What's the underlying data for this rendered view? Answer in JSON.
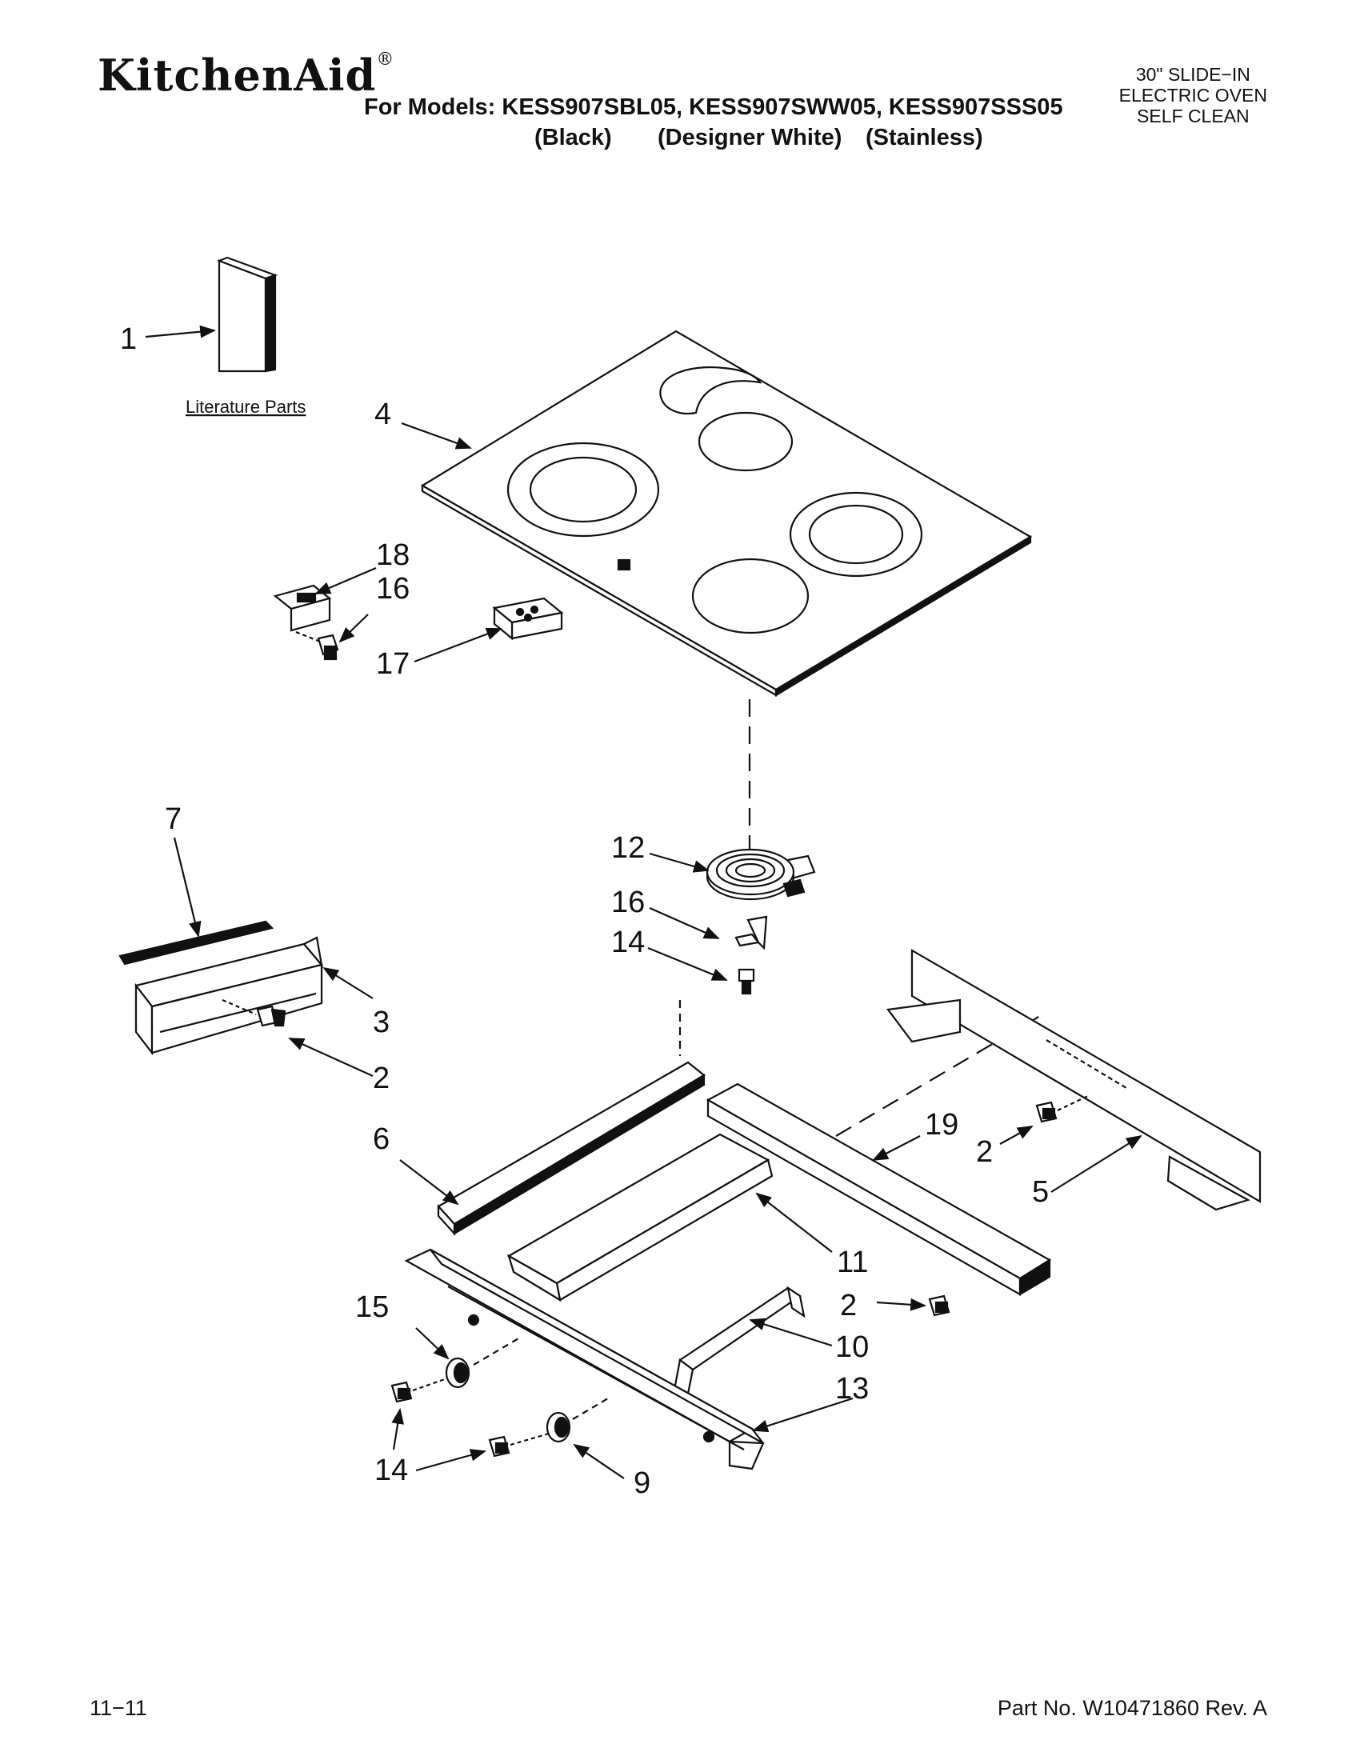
{
  "header": {
    "brand": "KitchenAid",
    "brand_mark": "®",
    "models_line": "For Models: KESS907SBL05, KESS907SWW05, KESS907SSS05",
    "colors": [
      "(Black)",
      "(Designer White)",
      "(Stainless)"
    ],
    "product": [
      "30\" SLIDE−IN",
      "ELECTRIC OVEN",
      "SELF CLEAN"
    ]
  },
  "diagram": {
    "literature_label": "Literature Parts",
    "callouts": [
      "1",
      "4",
      "18",
      "16",
      "17",
      "7",
      "12",
      "16",
      "14",
      "3",
      "2",
      "6",
      "19",
      "2",
      "5",
      "11",
      "2",
      "10",
      "15",
      "13",
      "14",
      "9"
    ]
  },
  "footer": {
    "date": "11−11",
    "part_no": "Part No. W10471860 Rev. A"
  }
}
